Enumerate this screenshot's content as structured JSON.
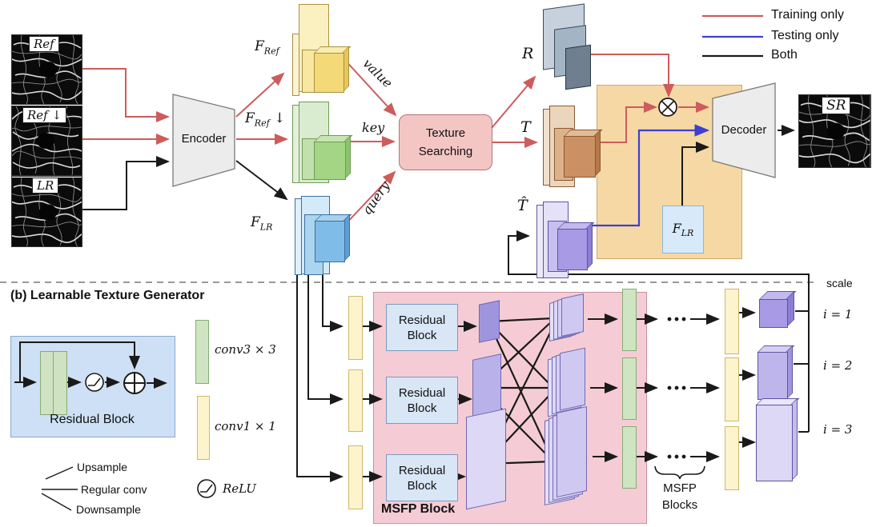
{
  "colors": {
    "training": "#cd5c5c",
    "testing": "#3f3fd0",
    "both": "#1a1a1a",
    "ts_fill": "#f3c6c4",
    "ts_border": "#b97270",
    "fusion_fill": "#f6d8a5",
    "fusion_border": "#cfa969",
    "msfp_fill": "#f5ccd5",
    "msfp_border": "#c791a0",
    "ltg_fill": "#cde0f5",
    "ltg_border": "#8aa8cc",
    "resbox_fill": "#d8e6f6",
    "resbox_border": "#7d9cc0",
    "flr_fill": "#d8eaf9",
    "flr_border": "#8fb6d4",
    "coder_fill": "#ececec",
    "coder_border": "#7a7a7a",
    "bar_yellow": "#fdf3cd",
    "bar_yellow_border": "#cdb96a",
    "bar_green": "#cfe5c2",
    "bar_green_border": "#86ab74",
    "palette_yellow": "#f3d978",
    "palette_green": "#a4d585",
    "palette_blue": "#7fbce7",
    "palette_grey": "#6f7f8f",
    "palette_brown": "#cb9064",
    "palette_purple": "#a89ae4"
  },
  "legend": {
    "training": "Training only",
    "testing": "Testing only",
    "both": "Both"
  },
  "a": {
    "inputs": [
      {
        "label": "Ref"
      },
      {
        "label": "Ref ↓"
      },
      {
        "label": "LR"
      }
    ],
    "encoder": "Encoder",
    "decoder": "Decoder",
    "f_ref": {
      "base": "F",
      "sub": "Ref"
    },
    "f_ref_down": {
      "base": "F",
      "sub": "Ref",
      "suffix": " ↓"
    },
    "f_lr": {
      "base": "F",
      "sub": "LR"
    },
    "value": "value",
    "key": "key",
    "query": "query",
    "ts1": "Texture",
    "ts2": "Searching",
    "r": "R",
    "t": "T",
    "t_hat": "T̂",
    "f_lr_box": {
      "base": "F",
      "sub": "LR"
    },
    "sr": "SR"
  },
  "b": {
    "title": "(b) Learnable Texture Generator",
    "residual_block": "Residual Block",
    "res1": "Residual",
    "res2": "Block",
    "conv3": "conv3 × 3",
    "conv1": "conv1 × 1",
    "upsample": "Upsample",
    "regular": "Regular conv",
    "downsample": "Downsample",
    "relu": "ReLU",
    "msfp_block": "MSFP Block",
    "msfp1": "MSFP",
    "msfp2": "Blocks",
    "scale": "scale",
    "iters": [
      "i = 1",
      "i = 2",
      "i = 3"
    ]
  }
}
